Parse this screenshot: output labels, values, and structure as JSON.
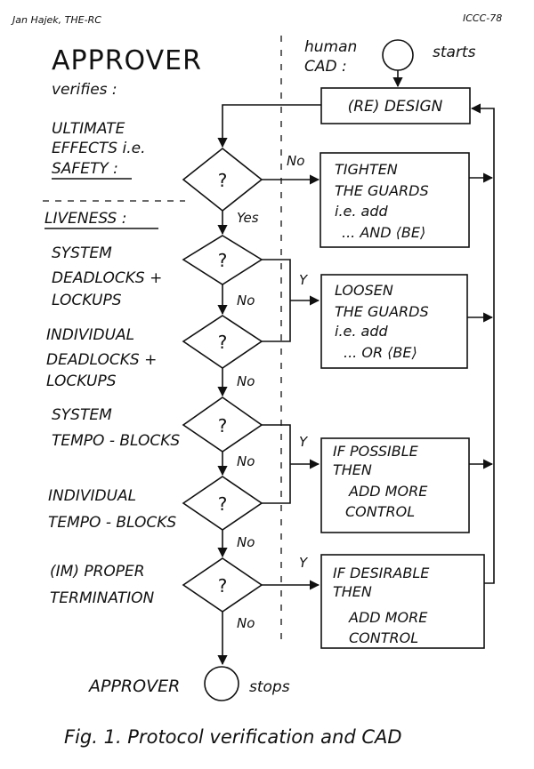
{
  "header": {
    "author": "Jan Hajek, THE-RC",
    "venue": "ICCC-78"
  },
  "approver": {
    "title": "APPROVER",
    "subtitle": "verifies :"
  },
  "human": {
    "line1": "human",
    "line2": "CAD :",
    "starts": "starts"
  },
  "redesign_box": "(RE) DESIGN",
  "left_labels": {
    "ultimate": [
      "ULTIMATE",
      "EFFECTS i.e.",
      "SAFETY :"
    ],
    "liveness": "LIVENESS :",
    "sys_deadlocks": [
      "SYSTEM",
      "DEADLOCKS +",
      "LOCKUPS"
    ],
    "ind_deadlocks": [
      "INDIVIDUAL",
      "DEADLOCKS +",
      "LOCKUPS"
    ],
    "sys_tempo": [
      "SYSTEM",
      "TEMPO - BLOCKS"
    ],
    "ind_tempo": [
      "INDIVIDUAL",
      "TEMPO - BLOCKS"
    ],
    "termination": [
      "(IM) PROPER",
      "TERMINATION"
    ]
  },
  "decision_symbol": "?",
  "answers": {
    "no": "No",
    "yes": "Yes",
    "y": "Y"
  },
  "boxes": {
    "tighten": [
      "TIGHTEN",
      "THE GUARDS",
      "i.e. add",
      "... AND ⟨BE⟩"
    ],
    "loosen": [
      "LOOSEN",
      "THE GUARDS",
      "i.e. add",
      "... OR ⟨BE⟩"
    ],
    "if_possible": [
      "IF POSSIBLE",
      "THEN",
      "ADD MORE",
      "CONTROL"
    ],
    "if_desirable": [
      "IF DESIRABLE",
      "THEN",
      "ADD MORE",
      "CONTROL"
    ]
  },
  "end": {
    "approver": "APPROVER",
    "stops": "stops"
  },
  "caption": "Fig.  1.  Protocol verification and CAD"
}
